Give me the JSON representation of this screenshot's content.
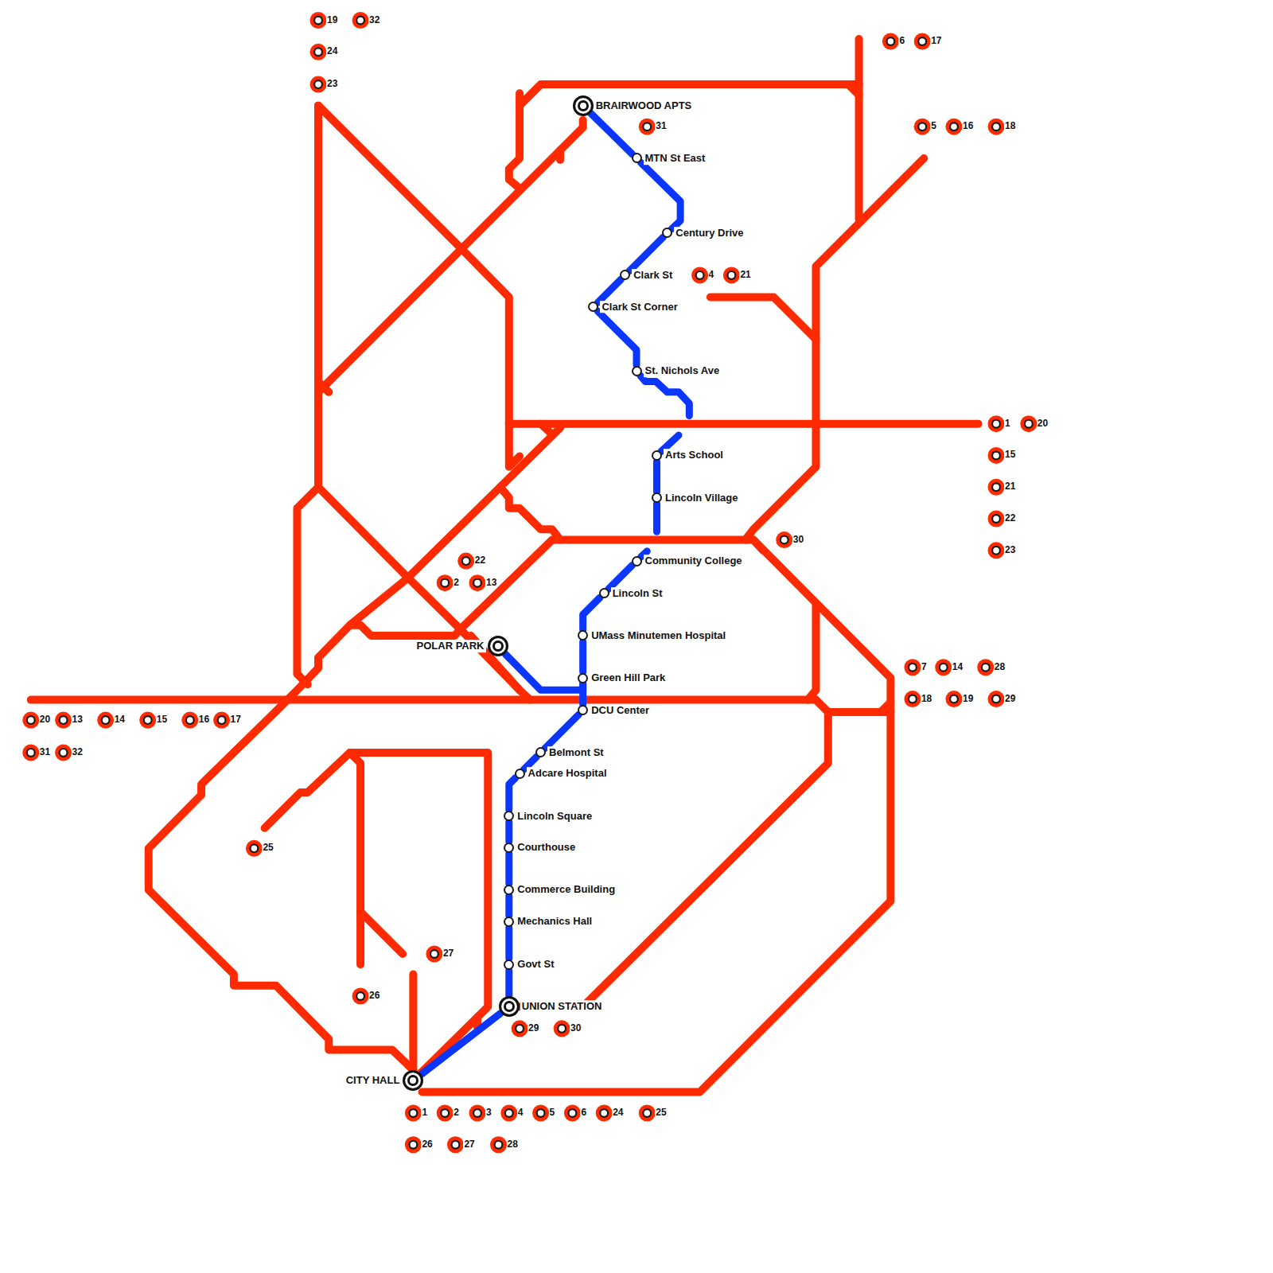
{
  "diagram": {
    "nodes": [
      {
        "text": [
          "BRAIRWOOD APTS"
        ]
      },
      {
        "text": [
          "MTN St East"
        ]
      },
      {
        "text": [
          "Century Drive"
        ]
      },
      {
        "text": [
          "Clark St"
        ]
      },
      {
        "text": [
          "Clark St Corner"
        ]
      },
      {
        "text": [
          "St. Nichols Ave"
        ]
      },
      {
        "text": [
          "Arts School"
        ]
      },
      {
        "text": [
          "Lincoln Village"
        ]
      },
      {
        "text": [
          "Community College"
        ]
      },
      {
        "text": [
          "Lincoln St"
        ]
      },
      {
        "text": [
          "UMass Minutemen Hospital"
        ]
      },
      {
        "text": [
          "Green Hill Park"
        ]
      },
      {
        "text": [
          "POLAR PARK"
        ]
      },
      {
        "text": [
          "DCU Center"
        ]
      },
      {
        "text": [
          "Belmont St"
        ]
      },
      {
        "text": [
          "Adcare Hospital"
        ]
      },
      {
        "text": [
          "Lincoln Square"
        ]
      },
      {
        "text": [
          "Courthouse"
        ]
      },
      {
        "text": [
          "Commerce Building"
        ]
      },
      {
        "text": [
          "Mechanics Hall"
        ]
      },
      {
        "text": [
          "Govt St"
        ]
      },
      {
        "text": [
          "UNION STATION"
        ]
      },
      {
        "text": [
          "CITY HALL"
        ]
      }
    ],
    "edges": [
      {
        "from": 0,
        "to": 1,
        "arrow": "none"
      },
      {
        "from": 1,
        "to": 2,
        "arrow": "none"
      },
      {
        "from": 2,
        "to": 3,
        "arrow": "none"
      },
      {
        "from": 3,
        "to": 4,
        "arrow": "none"
      },
      {
        "from": 4,
        "to": 5,
        "arrow": "none"
      },
      {
        "from": 5,
        "to": 6,
        "arrow": "none"
      },
      {
        "from": 6,
        "to": 7,
        "arrow": "none"
      },
      {
        "from": 7,
        "to": 8,
        "arrow": "none"
      },
      {
        "from": 8,
        "to": 9,
        "arrow": "none"
      },
      {
        "from": 9,
        "to": 10,
        "arrow": "none"
      },
      {
        "from": 10,
        "to": 11,
        "arrow": "none"
      },
      {
        "from": 11,
        "to": 12,
        "arrow": "none"
      },
      {
        "from": 11,
        "to": 13,
        "arrow": "none"
      },
      {
        "from": 13,
        "to": 14,
        "arrow": "none"
      },
      {
        "from": 14,
        "to": 15,
        "arrow": "none"
      },
      {
        "from": 15,
        "to": 16,
        "arrow": "none"
      },
      {
        "from": 16,
        "to": 17,
        "arrow": "none"
      },
      {
        "from": 17,
        "to": 18,
        "arrow": "none"
      },
      {
        "from": 18,
        "to": 19,
        "arrow": "none"
      },
      {
        "from": 19,
        "to": 20,
        "arrow": "none"
      },
      {
        "from": 20,
        "to": 21,
        "arrow": "none"
      },
      {
        "from": 21,
        "to": 22,
        "arrow": "none"
      }
    ],
    "labels": [
      "19",
      "32",
      "24",
      "23",
      "6",
      "17",
      "31",
      "5",
      "16",
      "18",
      "4",
      "21",
      "1",
      "20",
      "15",
      "21",
      "22",
      "23",
      "30",
      "22",
      "2",
      "13",
      "7",
      "14",
      "28",
      "18",
      "19",
      "29",
      "20",
      "13",
      "14",
      "15",
      "16",
      "17",
      "31",
      "32",
      "25",
      "27",
      "26",
      "29",
      "30",
      "1",
      "2",
      "3",
      "4",
      "5",
      "6",
      "24",
      "25",
      "26",
      "27",
      "28"
    ]
  }
}
